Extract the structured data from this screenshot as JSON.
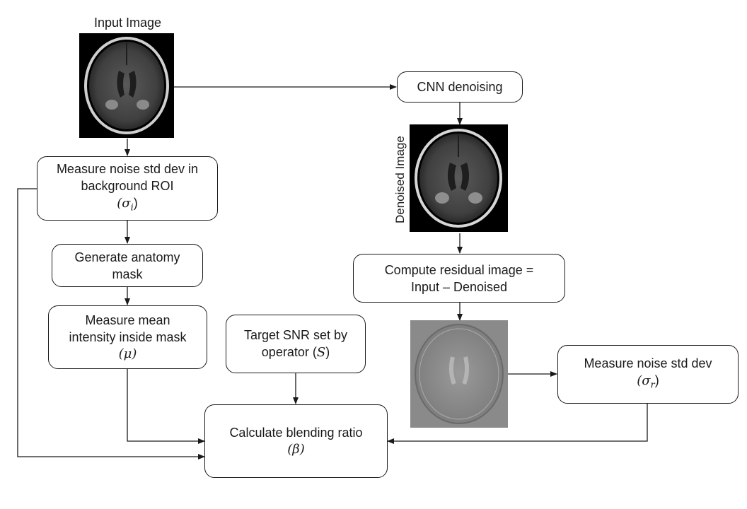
{
  "labels": {
    "input_image": "Input Image",
    "denoised_image": "Denoised Image"
  },
  "boxes": {
    "measure_noise_bg": {
      "line1": "Measure noise std dev in",
      "line2": "background ROI",
      "symbol": "(σ",
      "sub": "i",
      "close": ")"
    },
    "anatomy_mask": {
      "line1": "Generate anatomy",
      "line2": "mask"
    },
    "mean_intensity": {
      "line1": "Measure mean",
      "line2": "intensity inside mask",
      "symbol": "(μ)"
    },
    "target_snr": {
      "line1": "Target SNR set by",
      "line2": "operator (",
      "symbol": "S",
      "close": ")"
    },
    "blending_ratio": {
      "line1": "Calculate blending ratio",
      "symbol": "(β)"
    },
    "cnn_denoising": {
      "line1": "CNN denoising"
    },
    "residual": {
      "line1": "Compute residual image =",
      "line2": "Input – Denoised"
    },
    "measure_noise_res": {
      "line1": "Measure noise std dev",
      "symbol": "(σ",
      "sub": "r",
      "close": ")"
    }
  },
  "colors": {
    "line": "#1a1a1a",
    "mri_bg": "#000000",
    "residual_bg": "#8a8a8a"
  }
}
